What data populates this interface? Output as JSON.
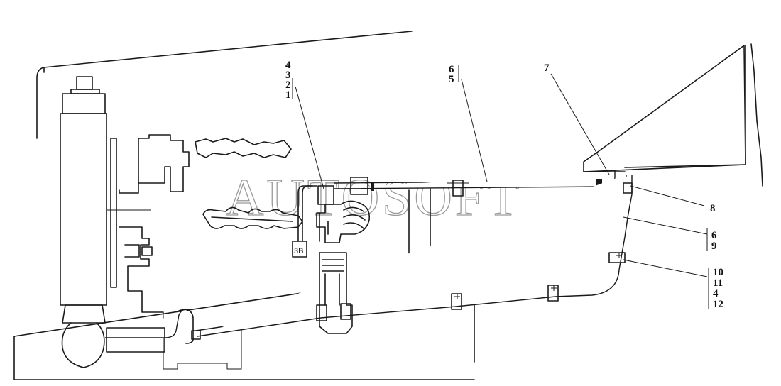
{
  "watermark": "AUTOSOFT",
  "callouts": {
    "group_a": [
      "4",
      "3",
      "2",
      "1"
    ],
    "group_b": [
      "6",
      "5"
    ],
    "item_7": "7",
    "item_8": "8",
    "group_c": [
      "6",
      "9"
    ],
    "group_d": [
      "10",
      "11",
      "4",
      "12"
    ]
  },
  "gauge_text": "3B"
}
